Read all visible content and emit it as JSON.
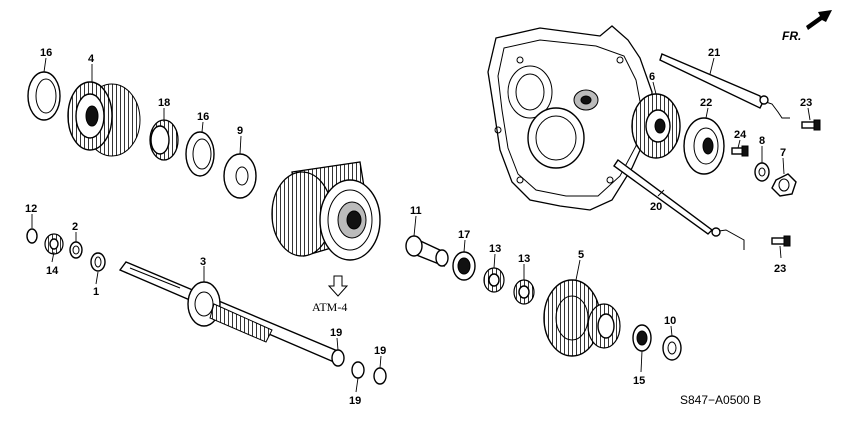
{
  "orientation_label": "FR.",
  "reference_label": "ATM-4",
  "diagram_code": "S847−A0500 B",
  "callouts": {
    "c1": "1",
    "c2": "2",
    "c3": "3",
    "c4": "4",
    "c5": "5",
    "c6": "6",
    "c7": "7",
    "c8": "8",
    "c9": "9",
    "c10": "10",
    "c11": "11",
    "c12": "12",
    "c13a": "13",
    "c13b": "13",
    "c14": "14",
    "c15": "15",
    "c16a": "16",
    "c16b": "16",
    "c17": "17",
    "c18": "18",
    "c19a": "19",
    "c19b": "19",
    "c19c": "19",
    "c20": "20",
    "c21": "21",
    "c22": "22",
    "c23a": "23",
    "c23b": "23",
    "c24": "24"
  }
}
